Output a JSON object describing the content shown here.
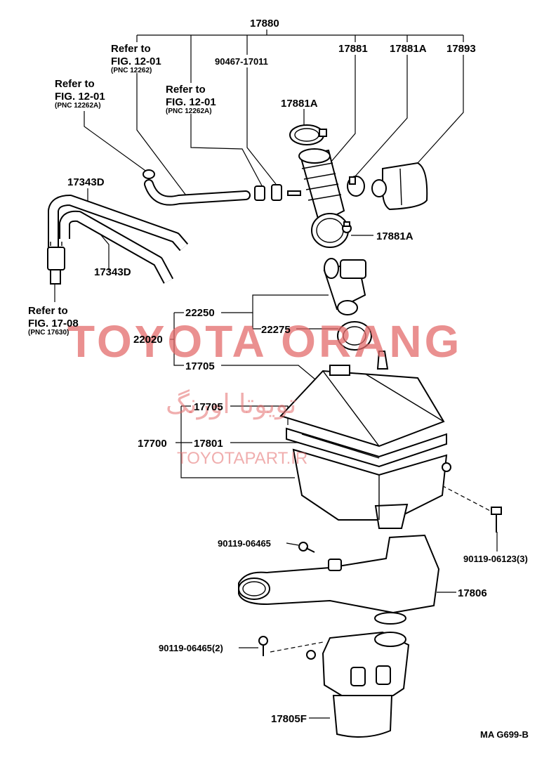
{
  "labels": {
    "l17880": "17880",
    "l90467": "90467-17011",
    "l17881": "17881",
    "l17881A_top": "17881A",
    "l17893": "17893",
    "l17881A_clamp": "17881A",
    "l17881A_lower": "17881A",
    "l17343D_a": "17343D",
    "l17343D_b": "17343D",
    "l22250": "22250",
    "l22275": "22275",
    "l22020": "22020",
    "l17705_a": "17705",
    "l17705_b": "17705",
    "l17700": "17700",
    "l17801": "17801",
    "l90119_06465": "90119-06465",
    "l90119_06123": "90119-06123(3)",
    "l17806": "17806",
    "l90119_06465_2": "90119-06465(2)",
    "l17805F": "17805F",
    "code": "MA G699-B"
  },
  "refs": {
    "r1": {
      "line1": "Refer to",
      "line2": "FIG. 12-01",
      "line3": "(PNC 12262)"
    },
    "r2": {
      "line1": "Refer to",
      "line2": "FIG. 12-01",
      "line3": "(PNC 12262A)"
    },
    "r3": {
      "line1": "Refer to",
      "line2": "FIG. 12-01",
      "line3": "(PNC 12262A)"
    },
    "r4": {
      "line1": "Refer to",
      "line2": "FIG. 17-08",
      "line3": "(PNC 17630)"
    }
  },
  "watermark": {
    "main": "TOYOTA ORANG",
    "farsi": "تویوتا اورنگ",
    "url": "TOYOTAPART.IR",
    "color": "#e36b6b"
  }
}
